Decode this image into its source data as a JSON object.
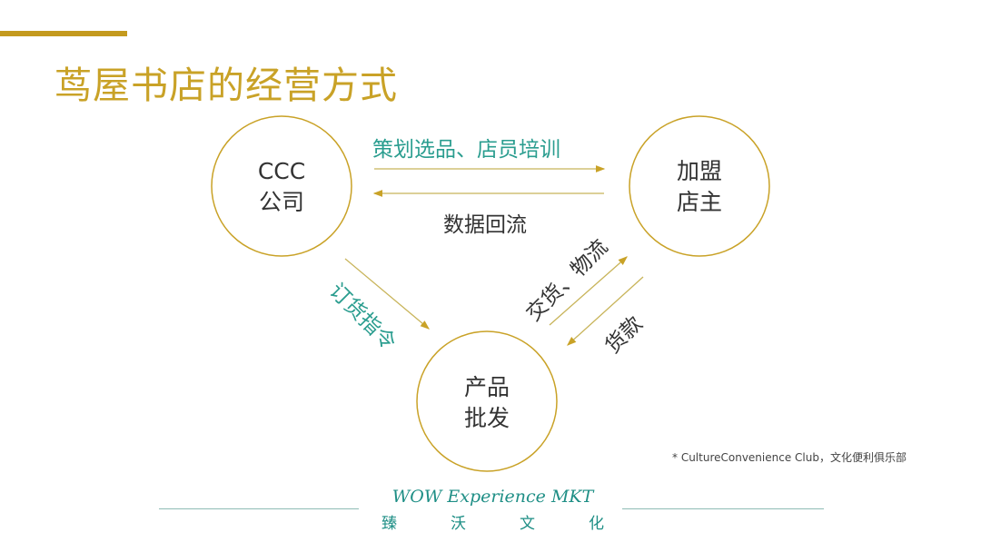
{
  "title": "茑屋书店的经营方式",
  "nodes": {
    "ccc": [
      "CCC",
      "公司"
    ],
    "franchise": [
      "加盟",
      "店主"
    ],
    "wholesale": [
      "产品",
      "批发"
    ]
  },
  "edges": {
    "planning": "策划选品、店员培训",
    "data_flow": "数据回流",
    "order": "订货指令",
    "delivery": "交货、物流",
    "payment": "货款"
  },
  "footnote": "* CultureConvenience Club，文化便利俱乐部",
  "footer": {
    "brand": "WOW Experience MKT",
    "chars": [
      "臻",
      "沃",
      "文",
      "化"
    ]
  },
  "colors": {
    "gold": "#c9a227",
    "teal": "#2a9d8f",
    "line": "#c8b45a"
  }
}
